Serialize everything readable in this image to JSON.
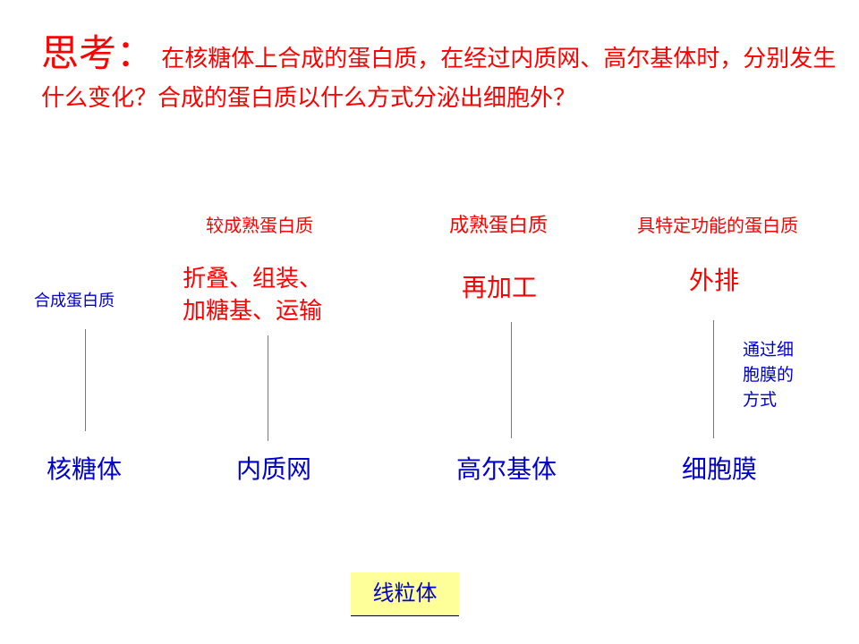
{
  "question": {
    "label": "思考：",
    "text": "在核糖体上合成的蛋白质，在经过内质网、高尔基体时，分别发生什么变化？合成的蛋白质以什么方式分泌出细胞外？"
  },
  "stages": {
    "products": [
      "较成熟蛋白质",
      "成熟蛋白质",
      "具特定功能的蛋白质"
    ],
    "ribosome_action": "合成蛋白质",
    "er_action_line1": "折叠、组装、",
    "er_action_line2": "加糖基、运输",
    "golgi_action": "再加工",
    "membrane_action": "外排",
    "membrane_method": [
      "通过细",
      "胞膜的",
      "方式"
    ],
    "organelles": [
      "核糖体",
      "内质网",
      "高尔基体",
      "细胞膜"
    ]
  },
  "mitochondria": "线粒体",
  "colors": {
    "question": "#ff0000",
    "organelle": "#0000cc",
    "connector": "#cc6600",
    "mito_bg": "#ffff99"
  }
}
